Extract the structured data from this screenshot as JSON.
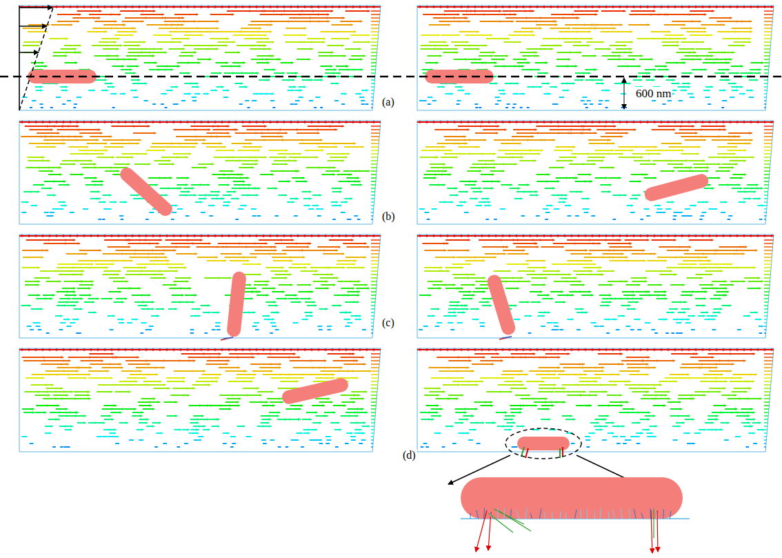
{
  "diagram": {
    "labels": [
      "(a)",
      "600 nm",
      "(b)",
      "(c)",
      "(d)"
    ]
  }
}
